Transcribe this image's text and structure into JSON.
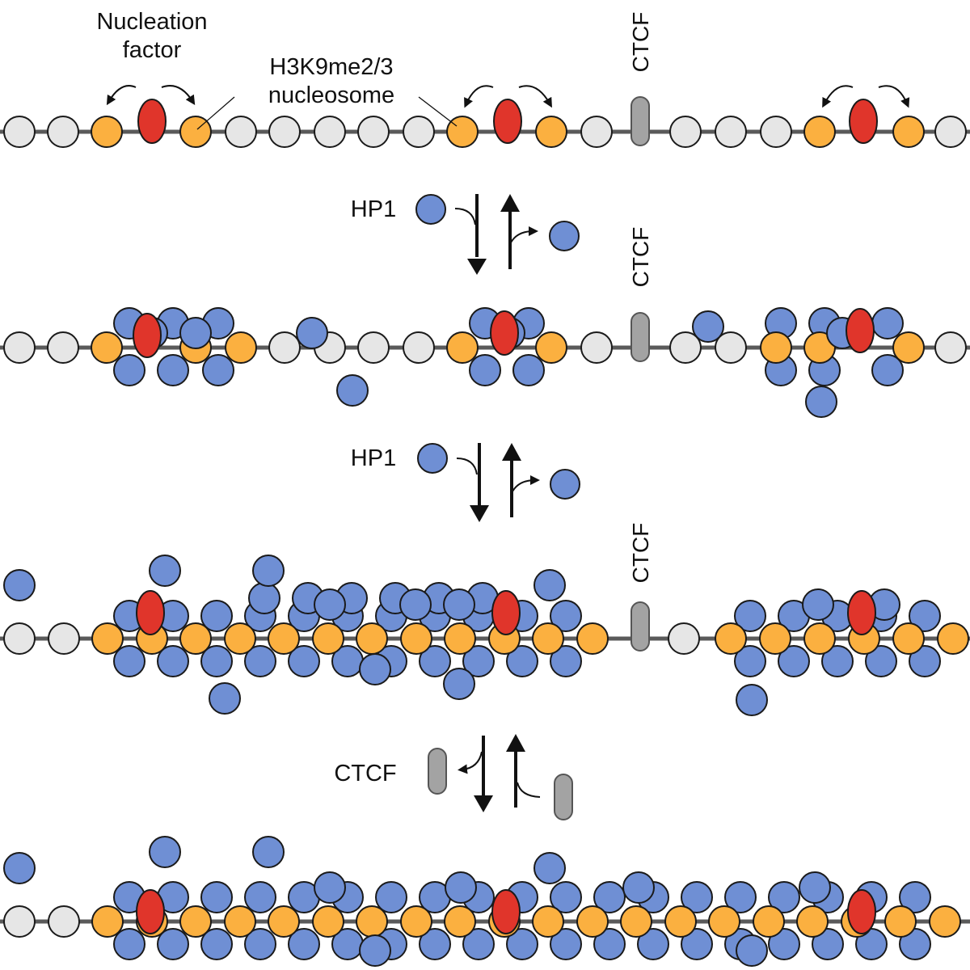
{
  "labels": {
    "nucleation_factor_line1": "Nucleation",
    "nucleation_factor_line2": "factor",
    "nucleosome_line1": "H3K9me2/3",
    "nucleosome_line2": "nucleosome",
    "hp1_step1": "HP1",
    "hp1_step2": "HP1",
    "ctcf_step3": "CTCF",
    "ctcf_row1": "CTCF",
    "ctcf_row2": "CTCF",
    "ctcf_row3": "CTCF"
  },
  "colors": {
    "unmodified_nucleosome": "#e6e6e6",
    "methylated_nucleosome": "#fbb040",
    "nucleation_factor": "#e0352b",
    "hp1": "#6f8fd4",
    "ctcf": "#a3a3a3",
    "dna": "#5a5a5a",
    "outline": "#1a1a1a"
  },
  "icons": {
    "nucleation_factor": "red-ellipse",
    "nucleosome": "circle",
    "hp1": "blue-circle",
    "ctcf": "grey-capsule",
    "equilibrium": "double-arrow-up-down"
  }
}
